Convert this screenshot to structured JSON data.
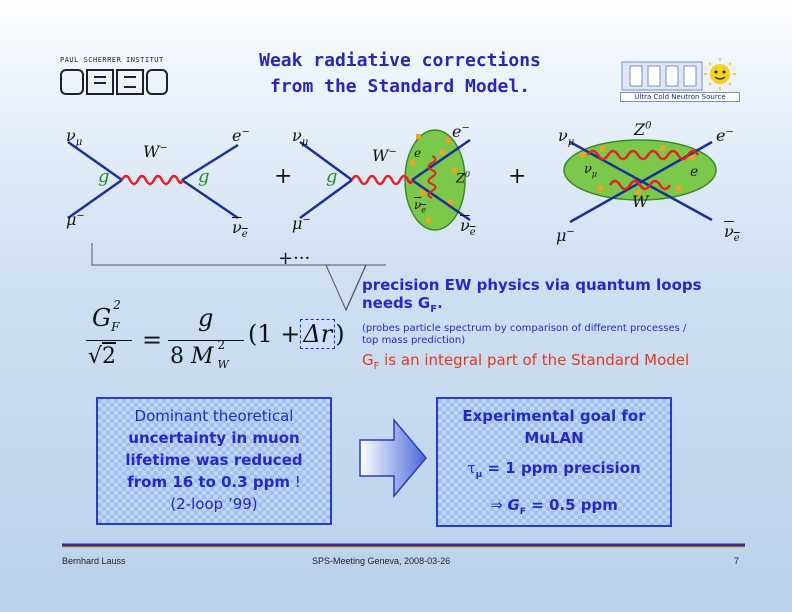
{
  "header": {
    "title_line1": "Weak radiative corrections",
    "title_line2": "from the Standard Model.",
    "psi_logo_text": "PAUL SCHERRER INSTITUT",
    "psi_mark": "PSI",
    "ucn_logo_caption": "Ultra Cold Neutron Source"
  },
  "diagrams": {
    "d1": {
      "nu_mu": "ν",
      "nu_mu_sub": "μ",
      "e": "e",
      "e_sup": "−",
      "mu": "μ",
      "mu_sup": "−",
      "nubar_e": "ν",
      "nubar_e_sub": "e",
      "W": "W",
      "W_sup": "−",
      "g_left": "g",
      "g_right": "g"
    },
    "plus1": "+",
    "d2": {
      "nu_mu": "ν",
      "nu_mu_sub": "μ",
      "e_top": "e",
      "e_top_sup": "−",
      "mu": "μ",
      "mu_sup": "−",
      "nubar_e": "ν",
      "nubar_e_sub": "e",
      "W": "W",
      "W_sup": "−",
      "g": "g",
      "inner_e": "e",
      "Z": "Z",
      "Z_sup": "0",
      "inner_nu": "ν",
      "inner_nu_sub": "e"
    },
    "plus2": "+",
    "d3": {
      "nu_mu": "ν",
      "nu_mu_sub": "μ",
      "e": "e",
      "e_sup": "−",
      "mu": "μ",
      "mu_sup": "−",
      "nubar_e": "ν",
      "nubar_e_sub": "e",
      "Z": "Z",
      "Z_sup": "0",
      "inner_nu": "ν",
      "inner_nu_sub": "μ",
      "inner_e": "e",
      "W": "W"
    },
    "continuation": "+···"
  },
  "formula": {
    "G": "G",
    "F_sub": "F",
    "two_sup": "2",
    "sqrt2": "2",
    "eq": "=",
    "g": "g",
    "eight": "8",
    "M": "M",
    "W_sub": "W",
    "M_sup": "2",
    "one_plus": "1 +",
    "delta_r": "Δr"
  },
  "note": {
    "title": "precision EW physics via quantum loops needs G",
    "title_sub": "F",
    "title_end": ".",
    "small": "(probes particle spectrum by comparison of different processes / top mass prediction)",
    "red": "G",
    "red_sub": "F",
    "red_end": " is an integral part of the Standard Model"
  },
  "box_left": {
    "line1": "Dominant theoretical",
    "line2": "uncertainty in muon",
    "line3": "lifetime was reduced",
    "line4": "from 16 to 0.3 ppm",
    "line4_end": " !",
    "line5": "(2-loop ’99)"
  },
  "box_right": {
    "line1": "Experimental goal for",
    "line2": "MuLAN",
    "tau": "τ",
    "tau_sub": "μ",
    "line3": " = 1 ppm precision",
    "arrow": "⇒ ",
    "G": "G",
    "G_sub": "F",
    "line4": " = 0.5 ppm"
  },
  "footer": {
    "author": "Bernhard Lauss",
    "event": "SPS-Meeting Geneva, 2008-03-26",
    "page": "7"
  },
  "colors": {
    "title": "#2727b8",
    "fermion_line": "#1a2f9a",
    "boson": "#e32222",
    "gluon_label": "#2a8a2a",
    "loop_fill": "#7cc84a",
    "note_red": "#e03a1a",
    "footer_bar": "#3a2a90"
  }
}
